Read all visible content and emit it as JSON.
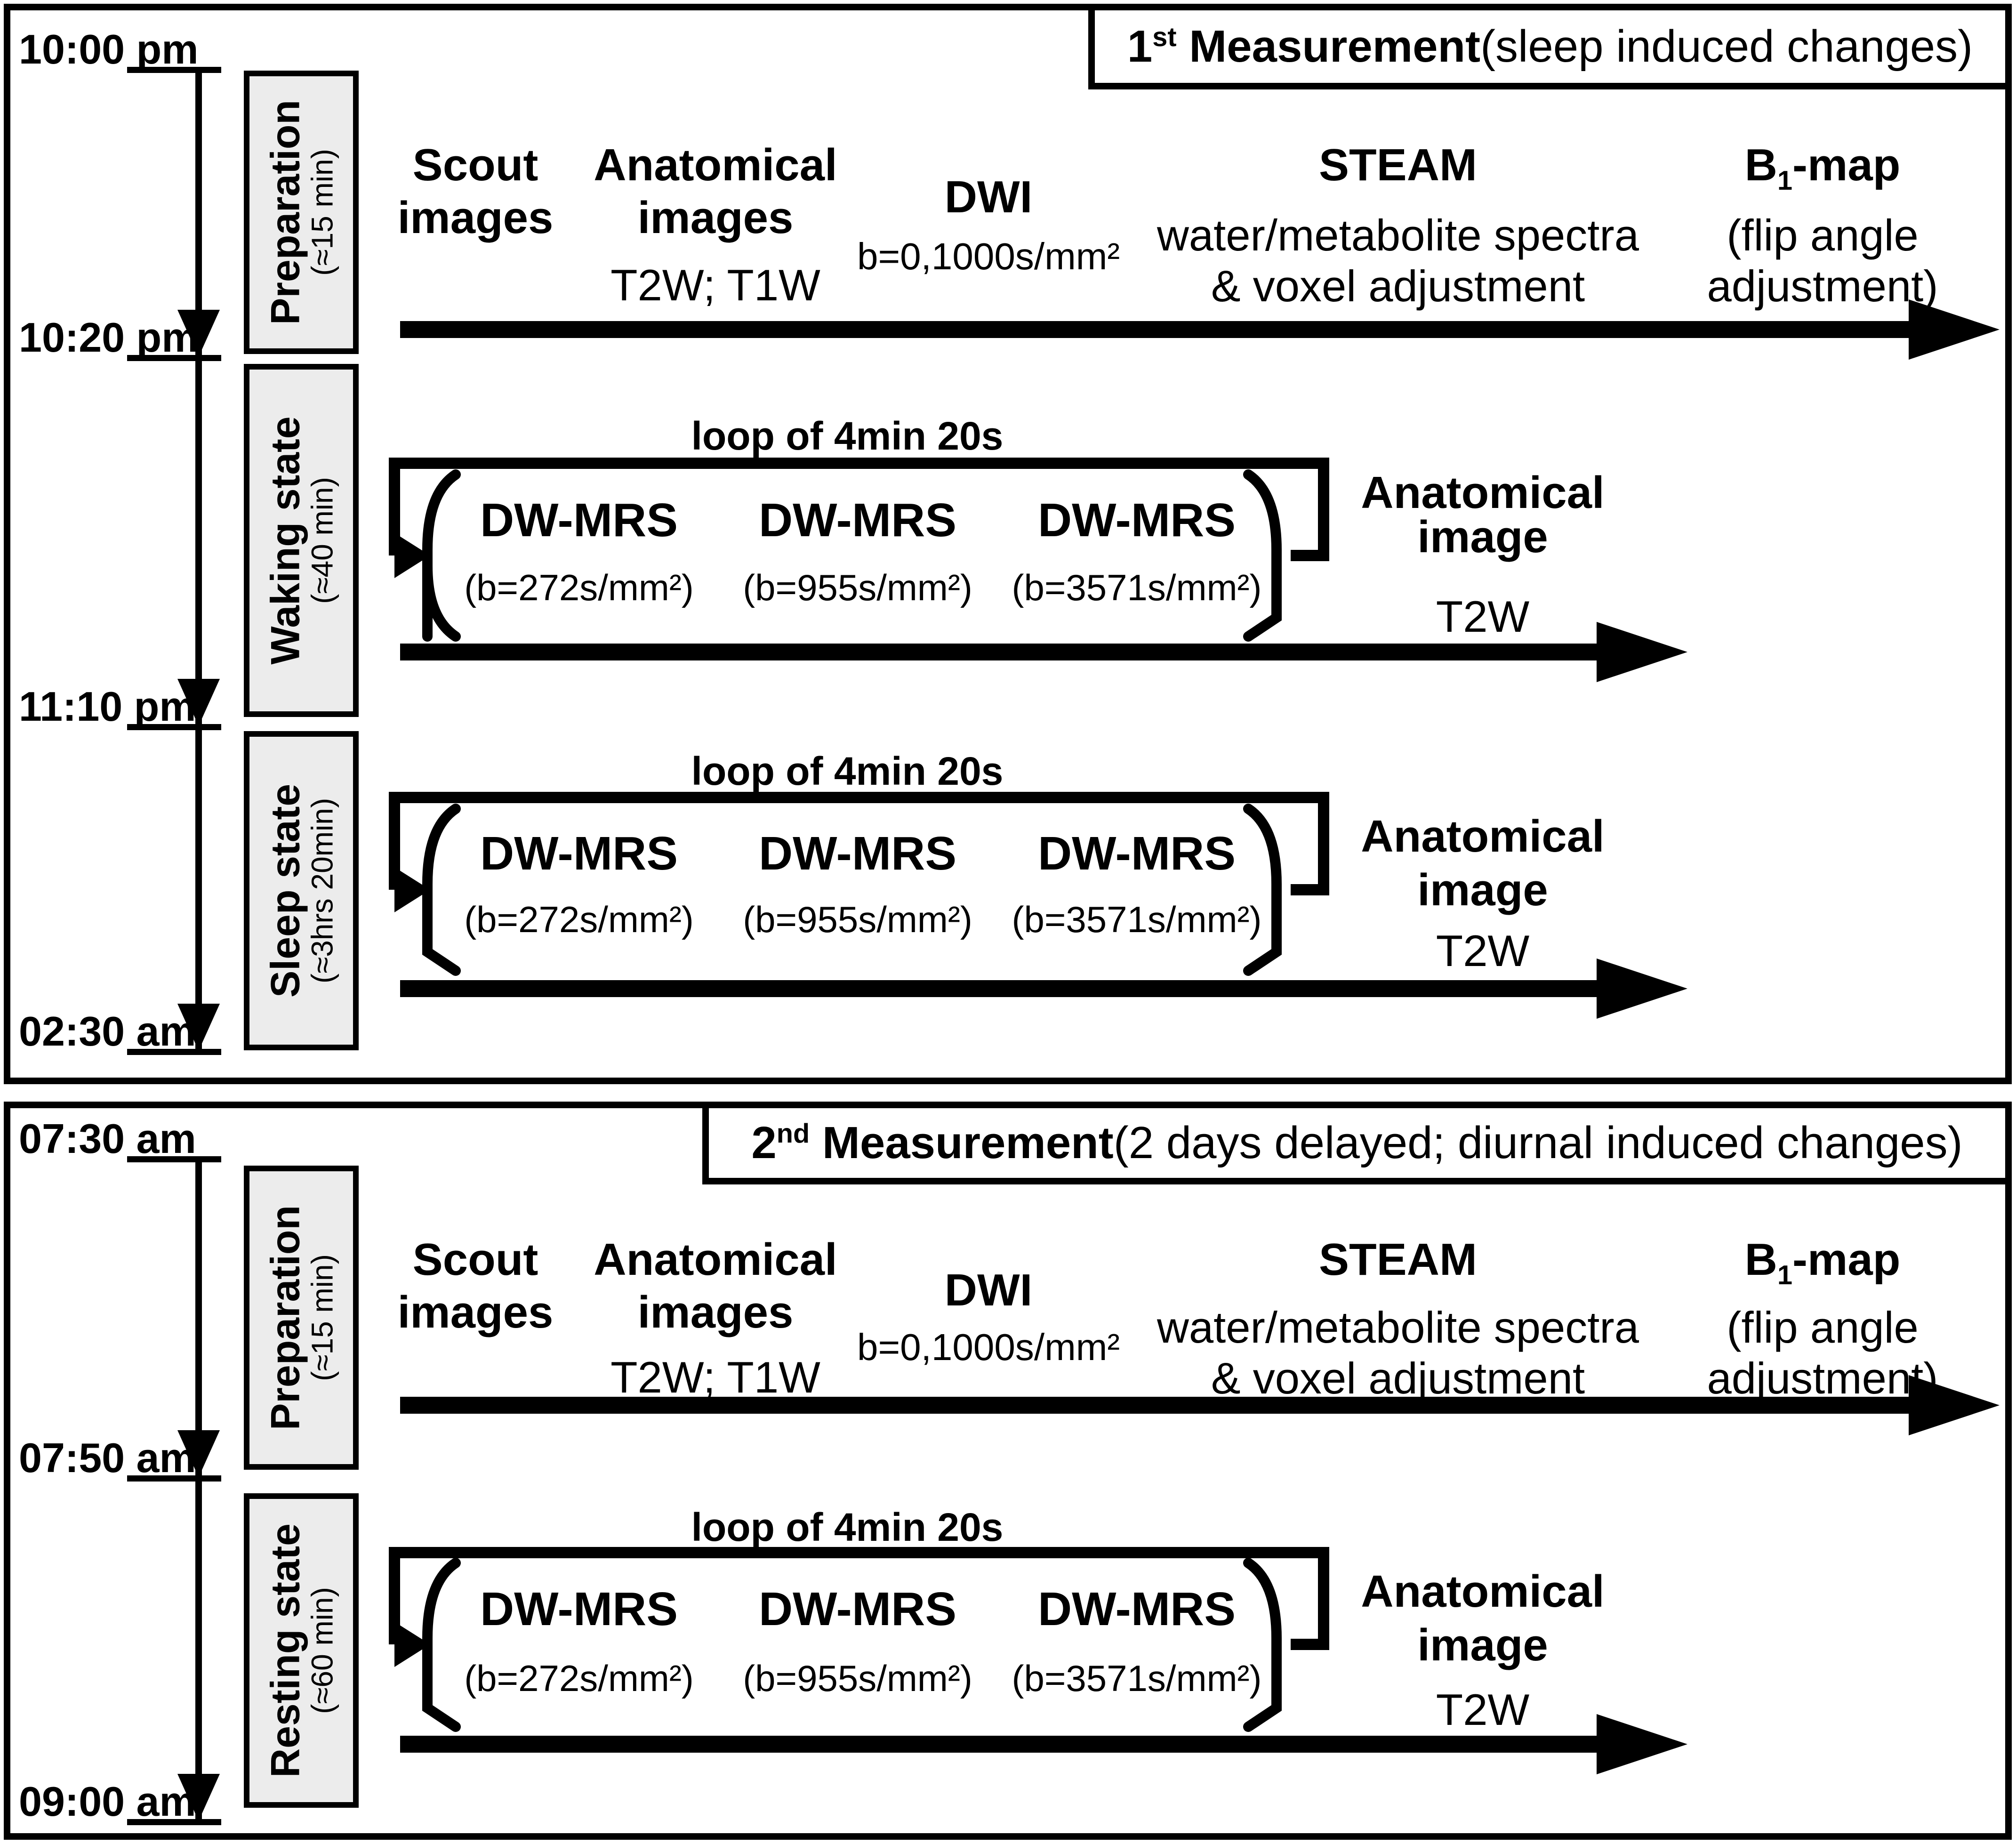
{
  "colors": {
    "ink": "#000000",
    "phase_fill": "#ececec",
    "background": "#ffffff"
  },
  "m1": {
    "title": {
      "num": "1",
      "ord": "st",
      "main": " Measurement",
      "paren": " (sleep induced changes)"
    },
    "times": [
      "10:00 pm",
      "10:20 pm",
      "11:10 pm",
      "02:30 am"
    ],
    "phases": [
      {
        "name": "Preparation",
        "dur": "(≈15 min)"
      },
      {
        "name": "Waking state",
        "dur": "(≈40 min)"
      },
      {
        "name": "Sleep state",
        "dur": "(≈3hrs 20min)"
      }
    ],
    "prep": {
      "c1h": "Scout",
      "c1s": "images",
      "c2h": "Anatomical",
      "c2s": "images",
      "c2s2": "T2W; T1W",
      "c3h": "DWI",
      "c3s": "b=0,1000s/mm²",
      "c4h": "STEAM",
      "c4s1": "water/metabolite spectra",
      "c4s2": "& voxel adjustment",
      "c5b": "B",
      "c5sub": "1",
      "c5rest": "-map",
      "c5s1": "(flip angle",
      "c5s2": "adjustment)"
    },
    "waking_loop": {
      "label": "loop of 4min 20s",
      "m1": "DW-MRS",
      "b1": "(b=272s/mm²)",
      "m2": "DW-MRS",
      "b2": "(b=955s/mm²)",
      "m3": "DW-MRS",
      "b3": "(b=3571s/mm²)",
      "a1": "Anatomical",
      "a2": "image",
      "a3": "T2W"
    },
    "sleep_loop": {
      "label": "loop of 4min 20s",
      "m1": "DW-MRS",
      "b1": "(b=272s/mm²)",
      "m2": "DW-MRS",
      "b2": "(b=955s/mm²)",
      "m3": "DW-MRS",
      "b3": "(b=3571s/mm²)",
      "a1": "Anatomical",
      "a2": "image",
      "a3": "T2W"
    }
  },
  "m2": {
    "title": {
      "num": "2",
      "ord": "nd",
      "main": " Measurement",
      "paren": " (2 days delayed; diurnal induced changes)"
    },
    "times": [
      "07:30 am",
      "07:50 am",
      "09:00 am"
    ],
    "phases": [
      {
        "name": "Preparation",
        "dur": "(≈15 min)"
      },
      {
        "name": "Resting state",
        "dur": "(≈60 min)"
      }
    ],
    "prep": {
      "c1h": "Scout",
      "c1s": "images",
      "c2h": "Anatomical",
      "c2s": "images",
      "c2s2": "T2W; T1W",
      "c3h": "DWI",
      "c3s": "b=0,1000s/mm²",
      "c4h": "STEAM",
      "c4s1": "water/metabolite spectra",
      "c4s2": "& voxel adjustment",
      "c5b": "B",
      "c5sub": "1",
      "c5rest": "-map",
      "c5s1": "(flip angle",
      "c5s2": "adjustment)"
    },
    "resting_loop": {
      "label": "loop of 4min 20s",
      "m1": "DW-MRS",
      "b1": "(b=272s/mm²)",
      "m2": "DW-MRS",
      "b2": "(b=955s/mm²)",
      "m3": "DW-MRS",
      "b3": "(b=3571s/mm²)",
      "a1": "Anatomical",
      "a2": "image",
      "a3": "T2W"
    }
  }
}
